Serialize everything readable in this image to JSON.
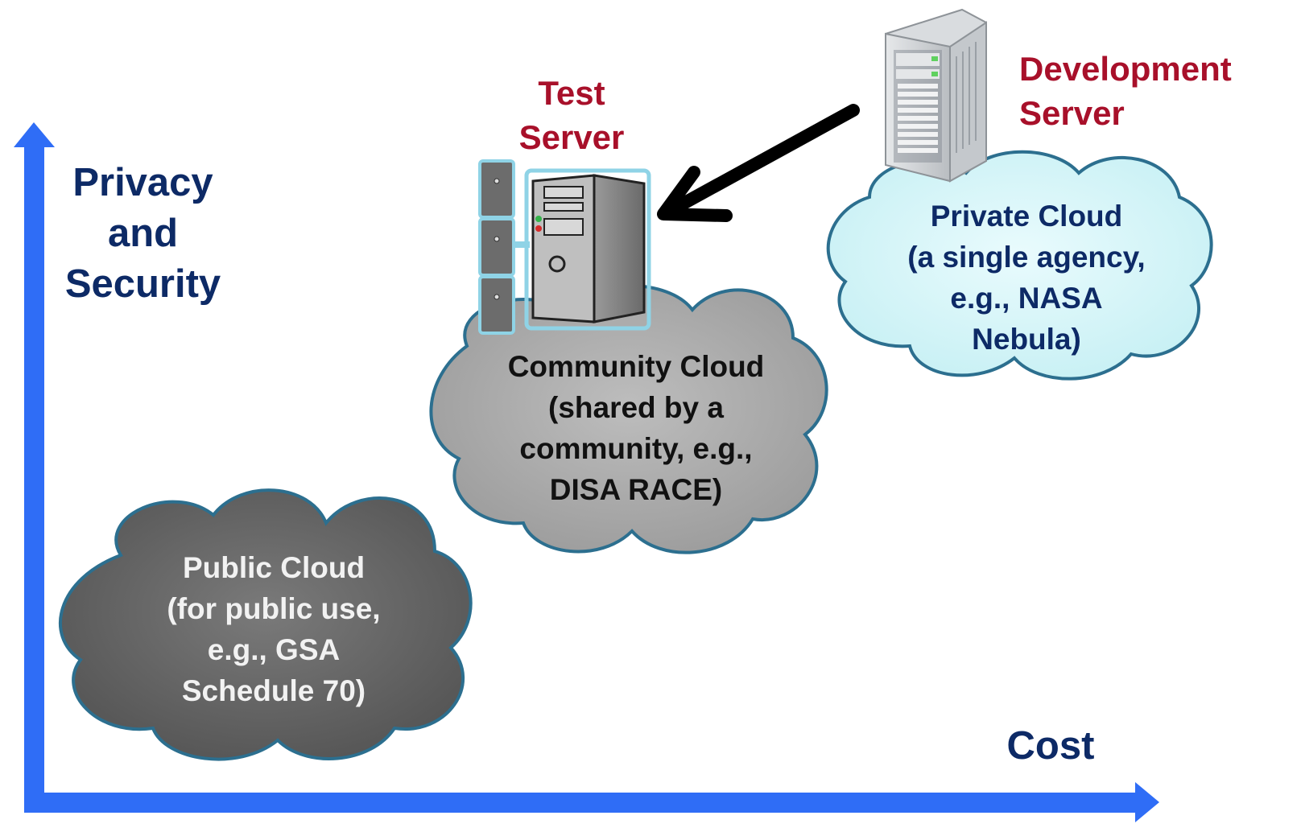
{
  "axes": {
    "y_label": "Privacy\nand\nSecurity",
    "x_label": "Cost",
    "color": "#2f6df6"
  },
  "servers": {
    "test": {
      "label": "Test\nServer",
      "icon": "tower-server-icon"
    },
    "development": {
      "label": "Development\nServer",
      "icon": "rack-server-icon"
    },
    "label_color": "#a8102a"
  },
  "clouds": {
    "public": {
      "label": "Public Cloud\n(for public use,\ne.g., GSA\nSchedule 70)",
      "fill": "#5f5f5f"
    },
    "community": {
      "label": "Community Cloud\n(shared by a\ncommunity, e.g.,\nDISA RACE)",
      "fill": "#a7a7a7"
    },
    "private": {
      "label": "Private Cloud\n(a single agency,\ne.g., NASA\nNebula)",
      "fill": "#ccf3f6"
    }
  },
  "arrow": {
    "from": "development",
    "to": "test"
  }
}
